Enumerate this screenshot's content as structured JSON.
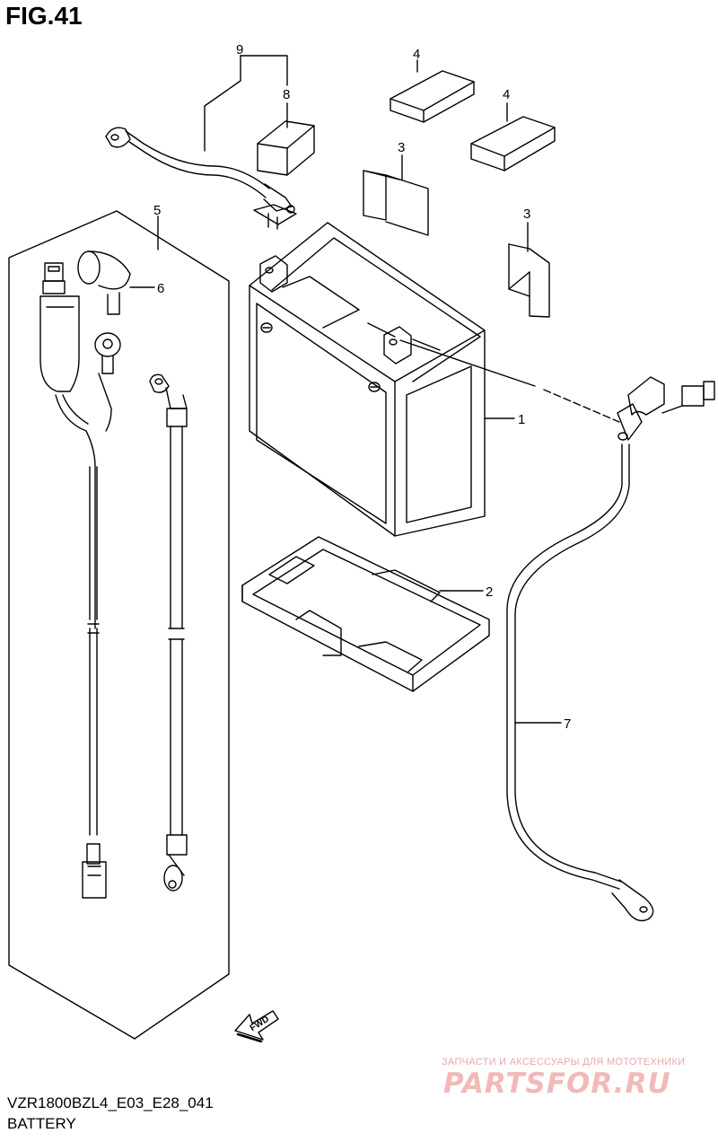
{
  "figure": {
    "title": "FIG.41",
    "model_code": "VZR1800BZL4_E03_E28_041",
    "name": "BATTERY"
  },
  "callouts": [
    "1",
    "2",
    "3",
    "3",
    "4",
    "4",
    "5",
    "6",
    "7",
    "8",
    "9"
  ],
  "fwd_label": "FWD",
  "watermark": {
    "top_text": "ЗАПЧАСТИ И АКСЕССУАРЫ ДЛЯ МОТОТЕХНИКИ",
    "logo_text": "PARTSFOR.RU"
  }
}
